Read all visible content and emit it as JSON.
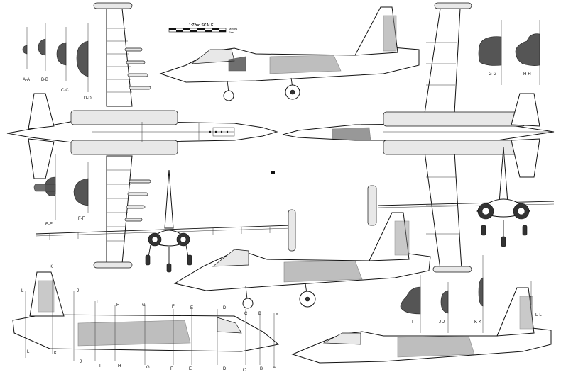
{
  "scale": {
    "title": "1:72nd SCALE",
    "unit_top": "Metres",
    "unit_bottom": "Feet"
  },
  "sections_top_left": [
    "A-A",
    "B-B",
    "C-C",
    "D-D"
  ],
  "sections_mid_left": [
    "E-E",
    "F-F"
  ],
  "sections_top_right": [
    "G-G",
    "H-H"
  ],
  "sections_bottom_right": [
    "I-I",
    "J-J",
    "K-K",
    "L-L"
  ],
  "station_letters": [
    "L",
    "K",
    "J",
    "I",
    "H",
    "G",
    "F",
    "E",
    "D",
    "C",
    "B",
    "A"
  ]
}
